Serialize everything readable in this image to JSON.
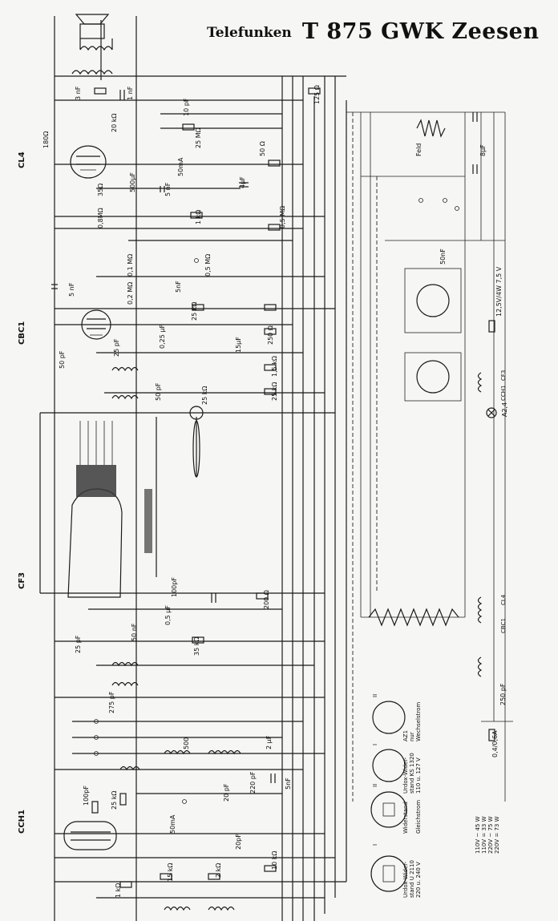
{
  "title": {
    "brand": "Telefunken",
    "model": "T 875 GWK Zeesen"
  },
  "tubes": {
    "cl4": "CL4",
    "cbc1": "CBC1",
    "cf3": "CF3",
    "ch1": "CCH1"
  },
  "components": {
    "r_180": "180Ω",
    "r_20k": "20 kΩ",
    "r_25m": "25 MΩ",
    "c_3nf": "3 nF",
    "c_1nf": "1 nF",
    "c_10pf": "10 pF",
    "r_50": "50 Ω",
    "c_500uf": "500μF",
    "r_50ma": "50mA",
    "c_5nf": "5 nF",
    "r_35": "35Ω",
    "r_8m": "0,8MΩ",
    "c_4uf": "4μF",
    "c_5nf_b": "5nF",
    "r_1k": "1 kΩ",
    "r_05m": "0,5 MΩ",
    "r_01m": "0,1 MΩ",
    "r_02m": "0,2 MΩ",
    "c_5nf_c": "5 nF",
    "r_05mb": "0,5 MΩ",
    "r_25k": "25 kΩ",
    "c_15uf": "15μF",
    "r_250": "250 Ω",
    "c_50pf": "50 pF",
    "c_25pf": "25 pF",
    "c_025uf": "0,25 μF",
    "r_15k": "1,5 kΩ",
    "r_25kb": "25 kΩ",
    "r_25kc": "25 kΩ",
    "c_50pf_b": "50 pF",
    "r_200": "200 Ω",
    "c_100pf": "100pF",
    "c_05uf": "0,5 μF",
    "c_50nf": "50 nF",
    "r_35k": "35 kΩ",
    "c_25pf_b": "25 pF",
    "c_275pf": "275 pF",
    "c_500pf": "500",
    "c_20pf": "20 pF",
    "c_220pf": "220 pF",
    "c_5nf_d": "5nF",
    "c_2uf": "2 μF",
    "r_25k_d": "25 kΩ",
    "c_100pf_b": "100pF",
    "c_20pf_b": "20pF",
    "r_15k_b": "15 kΩ",
    "r_2k": "2 kΩ",
    "r_10k": "10 kΩ",
    "r_1k_b": "1 kΩ",
    "feld": "Feld",
    "c_8uf": "8μF",
    "c_50nf_b": "50nF",
    "c_250pf": "250 pF",
    "fuse": "0,4/0,6A",
    "lamp": "12,5V/4W 7,5 V",
    "lamp_b": "A2,4",
    "r_125": "125 Ω",
    "vr_50ma": "50mA"
  },
  "legend": {
    "items": [
      {
        "num": "I",
        "line1": "Urdox-Wider-",
        "line2": "stand U 2110",
        "line3": "220 u. 240 V"
      },
      {
        "num": "II",
        "line1": "Widerstand",
        "line2": "",
        "line3": "Gleichstrom"
      },
      {
        "num": "I",
        "line1": "Urdox-Wider-",
        "line2": "stand KS 1320",
        "line3": "110 u. 127 V"
      },
      {
        "num": "II",
        "line1": "AZ1",
        "line2": "nur",
        "line3": "Wechselstrom"
      }
    ],
    "power": [
      "110V ~ 45 W",
      "110V = 33 W",
      "220V ~ 75 W",
      "220V = 73 W"
    ]
  }
}
